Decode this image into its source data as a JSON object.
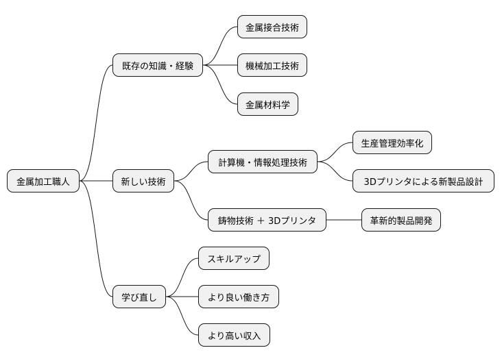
{
  "mindmap": {
    "root": "金属加工職人",
    "branches": [
      {
        "label": "既存の知識・経験",
        "children": [
          {
            "label": "金属接合技術"
          },
          {
            "label": "機械加工技術"
          },
          {
            "label": "金属材料学"
          }
        ]
      },
      {
        "label": "新しい技術",
        "children": [
          {
            "label": "計算機・情報処理技術",
            "children": [
              {
                "label": "生産管理効率化"
              },
              {
                "label": "3Dプリンタによる新製品設計"
              }
            ]
          },
          {
            "label": "鋳物技術 ＋ 3Dプリンタ",
            "children": [
              {
                "label": "革新的製品開発"
              }
            ]
          }
        ]
      },
      {
        "label": "学び直し",
        "children": [
          {
            "label": "スキルアップ"
          },
          {
            "label": "より良い働き方"
          },
          {
            "label": "より高い収入"
          }
        ]
      }
    ]
  },
  "colors": {
    "node_fill": "#f1f1f1",
    "node_border": "#181818",
    "line": "#181818"
  }
}
